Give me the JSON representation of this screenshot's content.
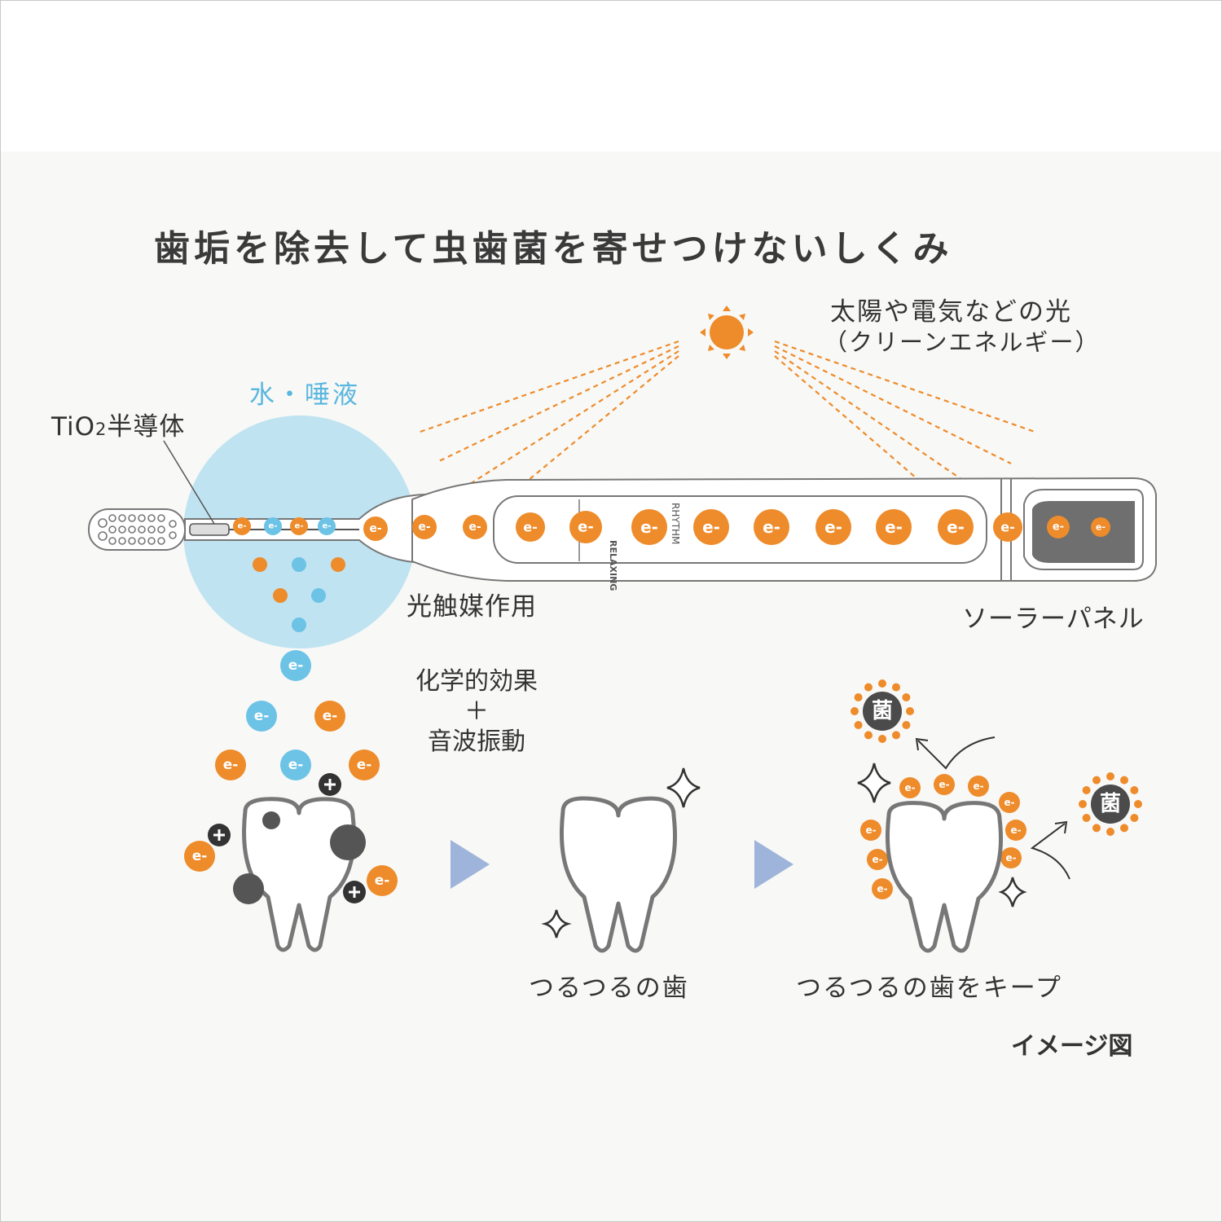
{
  "title": "歯垢を除去して虫歯菌を寄せつけないしくみ",
  "light_source": {
    "line1": "太陽や電気などの光",
    "line2": "（クリーンエネルギー）"
  },
  "water_label": "水・唾液",
  "tio2_label": {
    "main": "TiO",
    "sub": "2",
    "rest": "半導体"
  },
  "photocatalysis_label": "光触媒作用",
  "solar_panel_label": "ソーラーパネル",
  "effect": {
    "line1": "化学的効果",
    "plus": "＋",
    "line2": "音波振動"
  },
  "smooth_teeth_label": "つるつるの歯",
  "keep_smooth_label": "つるつるの歯をキープ",
  "image_note": "イメージ図",
  "electron_symbol": "e-",
  "bacteria_symbol": "菌",
  "handle_text": {
    "mode1": "RELAXING",
    "mode2": "RHYTHM"
  },
  "colors": {
    "orange": "#ee8b2a",
    "blue": "#6cc3e6",
    "water": "#bfe3f1",
    "gray_line": "#6f6f6f",
    "dark": "#4b4b4b",
    "arrow": "#9fb4da"
  }
}
